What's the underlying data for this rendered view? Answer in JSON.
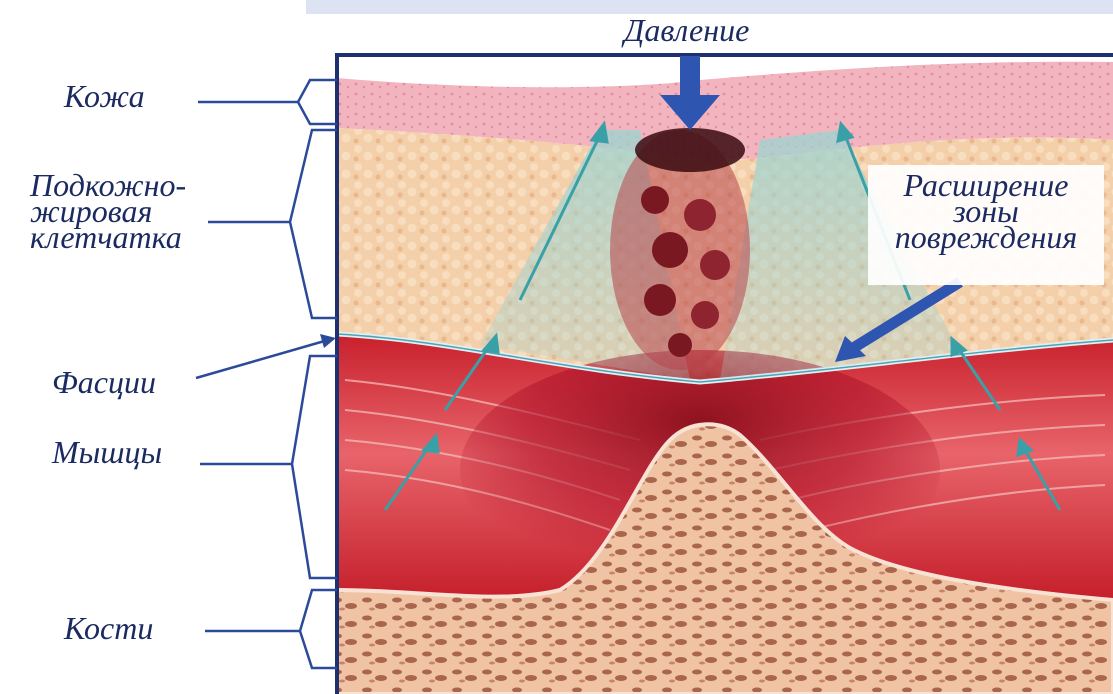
{
  "labels": {
    "pressure": "Давление",
    "skin": "Кожа",
    "subcutaneous_1": "Подкожно-",
    "subcutaneous_2": "жировая",
    "subcutaneous_3": "клетчатка",
    "fascia": "Фасции",
    "muscles": "Мышцы",
    "bones": "Кости",
    "expansion_1": "Расширение",
    "expansion_2": "зоны",
    "expansion_3": "повреждения"
  },
  "colors": {
    "label_text": "#1b2a60",
    "bracket_line": "#2c4a9a",
    "frame": "#1f3070",
    "pressure_arrow": "#2e55b0",
    "skin": "#f2b5bf",
    "fat": "#f1c9a2",
    "muscle": "#d9343e",
    "bone": "#e7b39a",
    "damage": "#7a1822",
    "spread_arrow": "#3aa0a8"
  }
}
